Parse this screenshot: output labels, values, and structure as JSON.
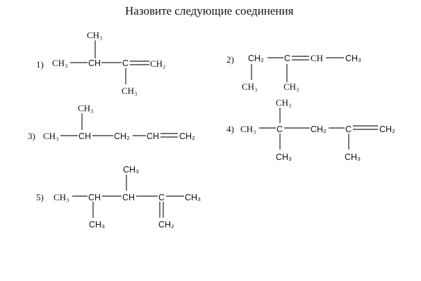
{
  "title": "Назовите следующие соединения",
  "compounds": [
    {
      "number": "1)",
      "groups": [
        "CH₃",
        "CH",
        "C",
        "CH₂",
        "CH₃",
        "CH₃"
      ]
    },
    {
      "number": "2)",
      "groups": [
        "CH₂",
        "C",
        "CH",
        "CH₃",
        "CH₃",
        "CH₃"
      ]
    },
    {
      "number": "3)",
      "groups": [
        "CH₃",
        "CH",
        "CH₂",
        "CH",
        "CH₂",
        "CH₃"
      ]
    },
    {
      "number": "4)",
      "groups": [
        "CH₃",
        "C",
        "CH₂",
        "C",
        "CH₂",
        "CH₃",
        "CH₃",
        "CH₃"
      ]
    },
    {
      "number": "5)",
      "groups": [
        "CH₃",
        "CH",
        "CH",
        "C",
        "CH₃",
        "CH₃",
        "CH₃",
        "CH₂"
      ]
    }
  ]
}
